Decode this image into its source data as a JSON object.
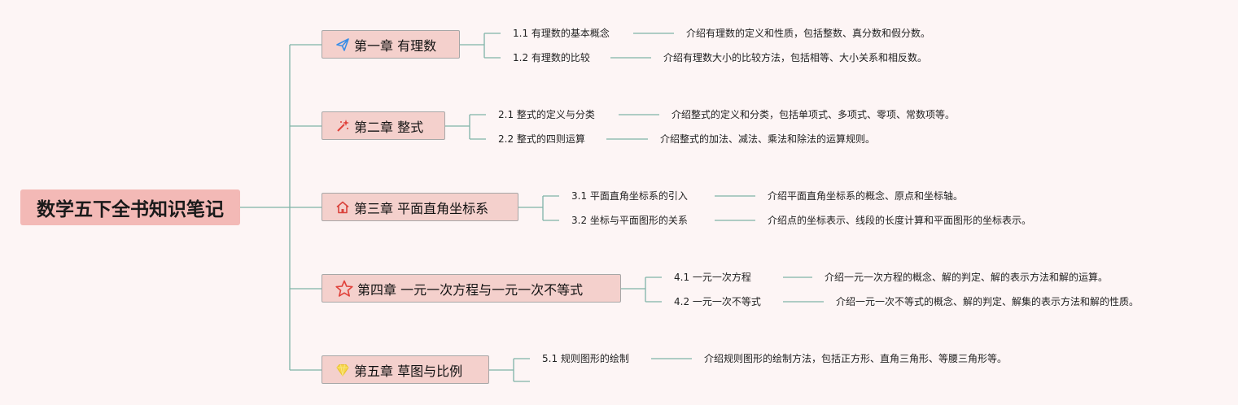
{
  "root": {
    "title": "数学五下全书知识笔记"
  },
  "chapters": [
    {
      "title": "第一章 有理数",
      "icon": "paper-plane-icon",
      "sections": [
        {
          "title": "1.1 有理数的基本概念",
          "desc": "介绍有理数的定义和性质，包括整数、真分数和假分数。"
        },
        {
          "title": "1.2 有理数的比较",
          "desc": "介绍有理数大小的比较方法，包括相等、大小关系和相反数。"
        }
      ]
    },
    {
      "title": "第二章 整式",
      "icon": "magic-wand-icon",
      "sections": [
        {
          "title": "2.1 整式的定义与分类",
          "desc": "介绍整式的定义和分类，包括单项式、多项式、零项、常数项等。"
        },
        {
          "title": "2.2 整式的四则运算",
          "desc": "介绍整式的加法、减法、乘法和除法的运算规则。"
        }
      ]
    },
    {
      "title": "第三章 平面直角坐标系",
      "icon": "home-icon",
      "sections": [
        {
          "title": "3.1 平面直角坐标系的引入",
          "desc": "介绍平面直角坐标系的概念、原点和坐标轴。"
        },
        {
          "title": "3.2 坐标与平面图形的关系",
          "desc": "介绍点的坐标表示、线段的长度计算和平面图形的坐标表示。"
        }
      ]
    },
    {
      "title": "第四章 一元一次方程与一元一次不等式",
      "icon": "star-icon",
      "sections": [
        {
          "title": "4.1 一元一次方程",
          "desc": "介绍一元一次方程的概念、解的判定、解的表示方法和解的运算。"
        },
        {
          "title": "4.2 一元一次不等式",
          "desc": "介绍一元一次不等式的概念、解的判定、解集的表示方法和解的性质。"
        }
      ]
    },
    {
      "title": "第五章 草图与比例",
      "icon": "diamond-icon",
      "sections": [
        {
          "title": "5.1 规则图形的绘制",
          "desc": "介绍规则图形的绘制方法，包括正方形、直角三角形、等腰三角形等。"
        }
      ]
    }
  ],
  "colors": {
    "background": "#fdf5f5",
    "root_fill": "#f3b9b6",
    "chapter_fill": "#f4d0cc",
    "connector": "#7fb3a8"
  }
}
